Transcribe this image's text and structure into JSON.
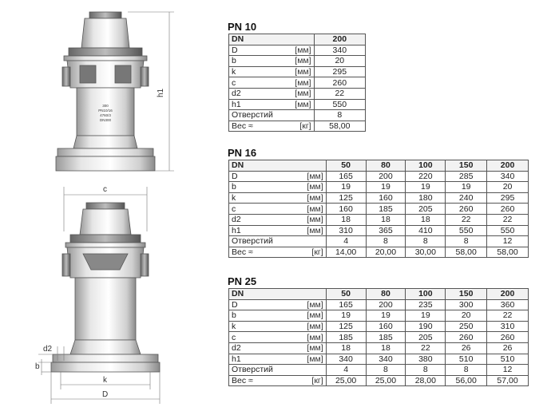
{
  "drawing": {
    "labels": {
      "h1": "h1",
      "c": "c",
      "d2": "d2",
      "b": "b",
      "k": "k",
      "D": "D"
    },
    "stamp": [
      "300",
      "PN10/16",
      "4760/3",
      "DN300"
    ]
  },
  "tables": [
    {
      "title": "PN 10",
      "header": {
        "dn": "DN",
        "values": [
          "200"
        ]
      },
      "rows": [
        {
          "param": "D",
          "unit": "[мм]",
          "values": [
            "340"
          ]
        },
        {
          "param": "b",
          "unit": "[мм]",
          "values": [
            "20"
          ]
        },
        {
          "param": "k",
          "unit": "[мм]",
          "values": [
            "295"
          ]
        },
        {
          "param": "c",
          "unit": "[мм]",
          "values": [
            "260"
          ]
        },
        {
          "param": "d2",
          "unit": "[мм]",
          "values": [
            "22"
          ]
        },
        {
          "param": "h1",
          "unit": "[мм]",
          "values": [
            "550"
          ]
        },
        {
          "param": "Отверстий",
          "unit": "",
          "values": [
            "8"
          ]
        },
        {
          "param": "Вес ≈",
          "unit": "[кг]",
          "values": [
            "58,00"
          ]
        }
      ]
    },
    {
      "title": "PN 16",
      "header": {
        "dn": "DN",
        "values": [
          "50",
          "80",
          "100",
          "150",
          "200"
        ]
      },
      "rows": [
        {
          "param": "D",
          "unit": "[мм]",
          "values": [
            "165",
            "200",
            "220",
            "285",
            "340"
          ]
        },
        {
          "param": "b",
          "unit": "[мм]",
          "values": [
            "19",
            "19",
            "19",
            "19",
            "20"
          ]
        },
        {
          "param": "k",
          "unit": "[мм]",
          "values": [
            "125",
            "160",
            "180",
            "240",
            "295"
          ]
        },
        {
          "param": "c",
          "unit": "[мм]",
          "values": [
            "160",
            "185",
            "205",
            "260",
            "260"
          ]
        },
        {
          "param": "d2",
          "unit": "[мм]",
          "values": [
            "18",
            "18",
            "18",
            "22",
            "22"
          ]
        },
        {
          "param": "h1",
          "unit": "[мм]",
          "values": [
            "310",
            "365",
            "410",
            "550",
            "550"
          ]
        },
        {
          "param": "Отверстий",
          "unit": "",
          "values": [
            "4",
            "8",
            "8",
            "8",
            "12"
          ]
        },
        {
          "param": "Вес ≈",
          "unit": "[кг]",
          "values": [
            "14,00",
            "20,00",
            "30,00",
            "58,00",
            "58,00"
          ]
        }
      ]
    },
    {
      "title": "PN 25",
      "header": {
        "dn": "DN",
        "values": [
          "50",
          "80",
          "100",
          "150",
          "200"
        ]
      },
      "rows": [
        {
          "param": "D",
          "unit": "[мм]",
          "values": [
            "165",
            "200",
            "235",
            "300",
            "360"
          ]
        },
        {
          "param": "b",
          "unit": "[мм]",
          "values": [
            "19",
            "19",
            "19",
            "20",
            "22"
          ]
        },
        {
          "param": "k",
          "unit": "[мм]",
          "values": [
            "125",
            "160",
            "190",
            "250",
            "310"
          ]
        },
        {
          "param": "c",
          "unit": "[мм]",
          "values": [
            "185",
            "185",
            "205",
            "260",
            "260"
          ]
        },
        {
          "param": "d2",
          "unit": "[мм]",
          "values": [
            "18",
            "18",
            "22",
            "26",
            "26"
          ]
        },
        {
          "param": "h1",
          "unit": "[мм]",
          "values": [
            "340",
            "340",
            "380",
            "510",
            "510"
          ]
        },
        {
          "param": "Отверстий",
          "unit": "",
          "values": [
            "4",
            "8",
            "8",
            "8",
            "12"
          ]
        },
        {
          "param": "Вес ≈",
          "unit": "[кг]",
          "values": [
            "25,00",
            "25,00",
            "28,00",
            "56,00",
            "57,00"
          ]
        }
      ]
    }
  ]
}
